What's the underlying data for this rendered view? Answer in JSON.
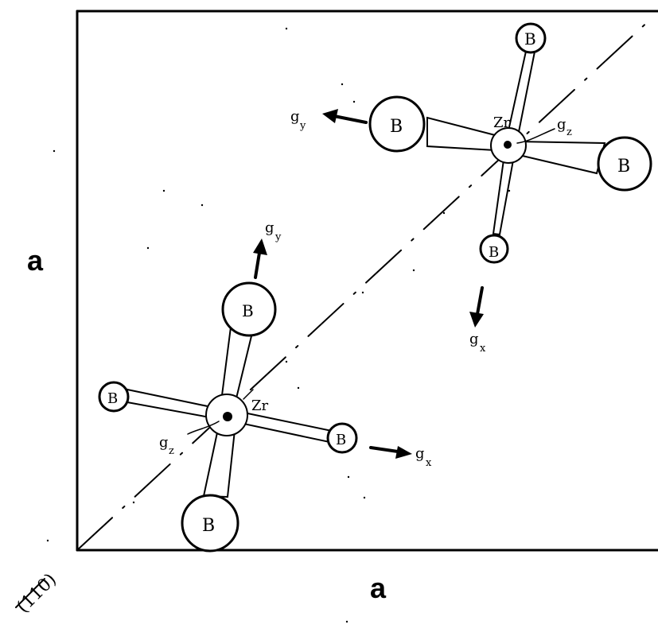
{
  "axis_labels": {
    "left": "a",
    "bottom": "a"
  },
  "direction_label": "[110]",
  "direction_label_text": "(110)",
  "upper_complex": {
    "center_label": "Zr",
    "ligand_label": "B",
    "axis_labels": {
      "y_main": "g",
      "y_sub": "y",
      "x_main": "g",
      "x_sub": "x",
      "z_main": "g",
      "z_sub": "z"
    }
  },
  "lower_complex": {
    "center_label": "Zr",
    "ligand_label": "B",
    "axis_labels": {
      "y_main": "g",
      "y_sub": "y",
      "x_main": "g",
      "x_sub": "x",
      "z_main": "g",
      "z_sub": "z"
    }
  }
}
